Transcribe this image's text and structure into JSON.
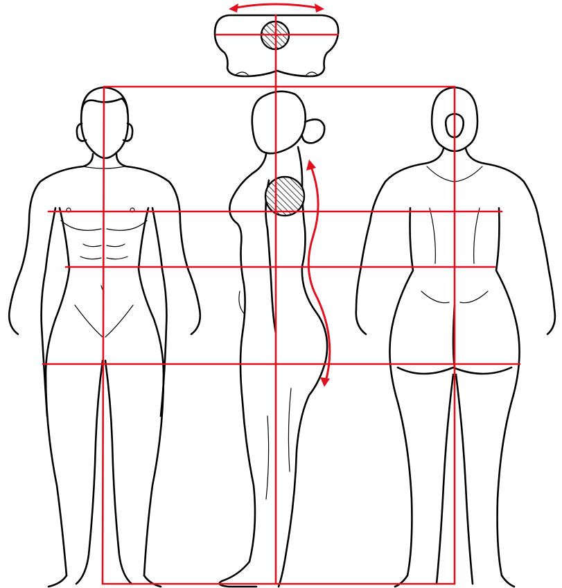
{
  "figure": {
    "views": [
      "front",
      "side",
      "back",
      "top-cross-section"
    ],
    "colors": {
      "line_art": "#000000",
      "guide_lines": "#e0101f",
      "background": "#ffffff",
      "hatch": "#000000"
    },
    "icons": [
      "double-arrow",
      "curved-arrow",
      "hatched-circle"
    ]
  }
}
